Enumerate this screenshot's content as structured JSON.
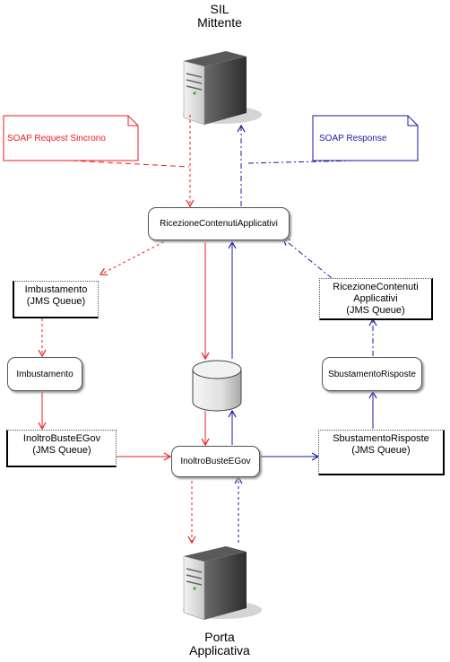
{
  "servers": {
    "sender": {
      "line1": "SIL",
      "line2": "Mittente"
    },
    "receiver": {
      "line1": "Porta",
      "line2": "Applicativa"
    }
  },
  "notes": {
    "request": "SOAP Request Sincrono",
    "response": "SOAP Response"
  },
  "components": {
    "ricezione": "RicezioneContenutiApplicativi",
    "imbustamento": "Imbustamento",
    "inoltro": "InoltroBusteEGov",
    "sbustamento": "SbustamentoRisposte"
  },
  "queues": {
    "imbustamento": {
      "line1": "Imbustamento",
      "line2": "(JMS Queue)"
    },
    "inoltro": {
      "line1": "InoltroBusteEGov",
      "line2": "(JMS Queue)"
    },
    "ricezione": {
      "line1": "RicezioneContenuti",
      "line2": "Applicativi",
      "line3": "(JMS Queue)"
    },
    "sbustamento": {
      "line1": "SbustamentoRisposte",
      "line2": "(JMS Queue)"
    }
  },
  "colors": {
    "request": "#ee1c1c",
    "response": "#1a1aa6"
  }
}
